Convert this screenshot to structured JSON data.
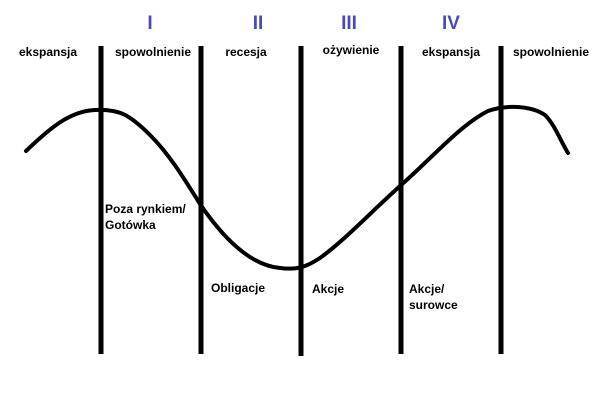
{
  "colors": {
    "roman": "#4a4ab8",
    "line": "#000000",
    "text": "#000000",
    "background": "#ffffff"
  },
  "stages": [
    "I",
    "II",
    "III",
    "IV"
  ],
  "phases": [
    "ekspansja",
    "spowolnienie",
    "recesja",
    "ożywienie",
    "ekspansja",
    "spowolnienie"
  ],
  "assets": {
    "cash": [
      "Poza rynkiem/",
      "Gotówka"
    ],
    "bonds": [
      "Obligacje"
    ],
    "stocks": [
      "Akcje"
    ],
    "stocks_commodities": [
      "Akcje/",
      "surowce"
    ]
  }
}
